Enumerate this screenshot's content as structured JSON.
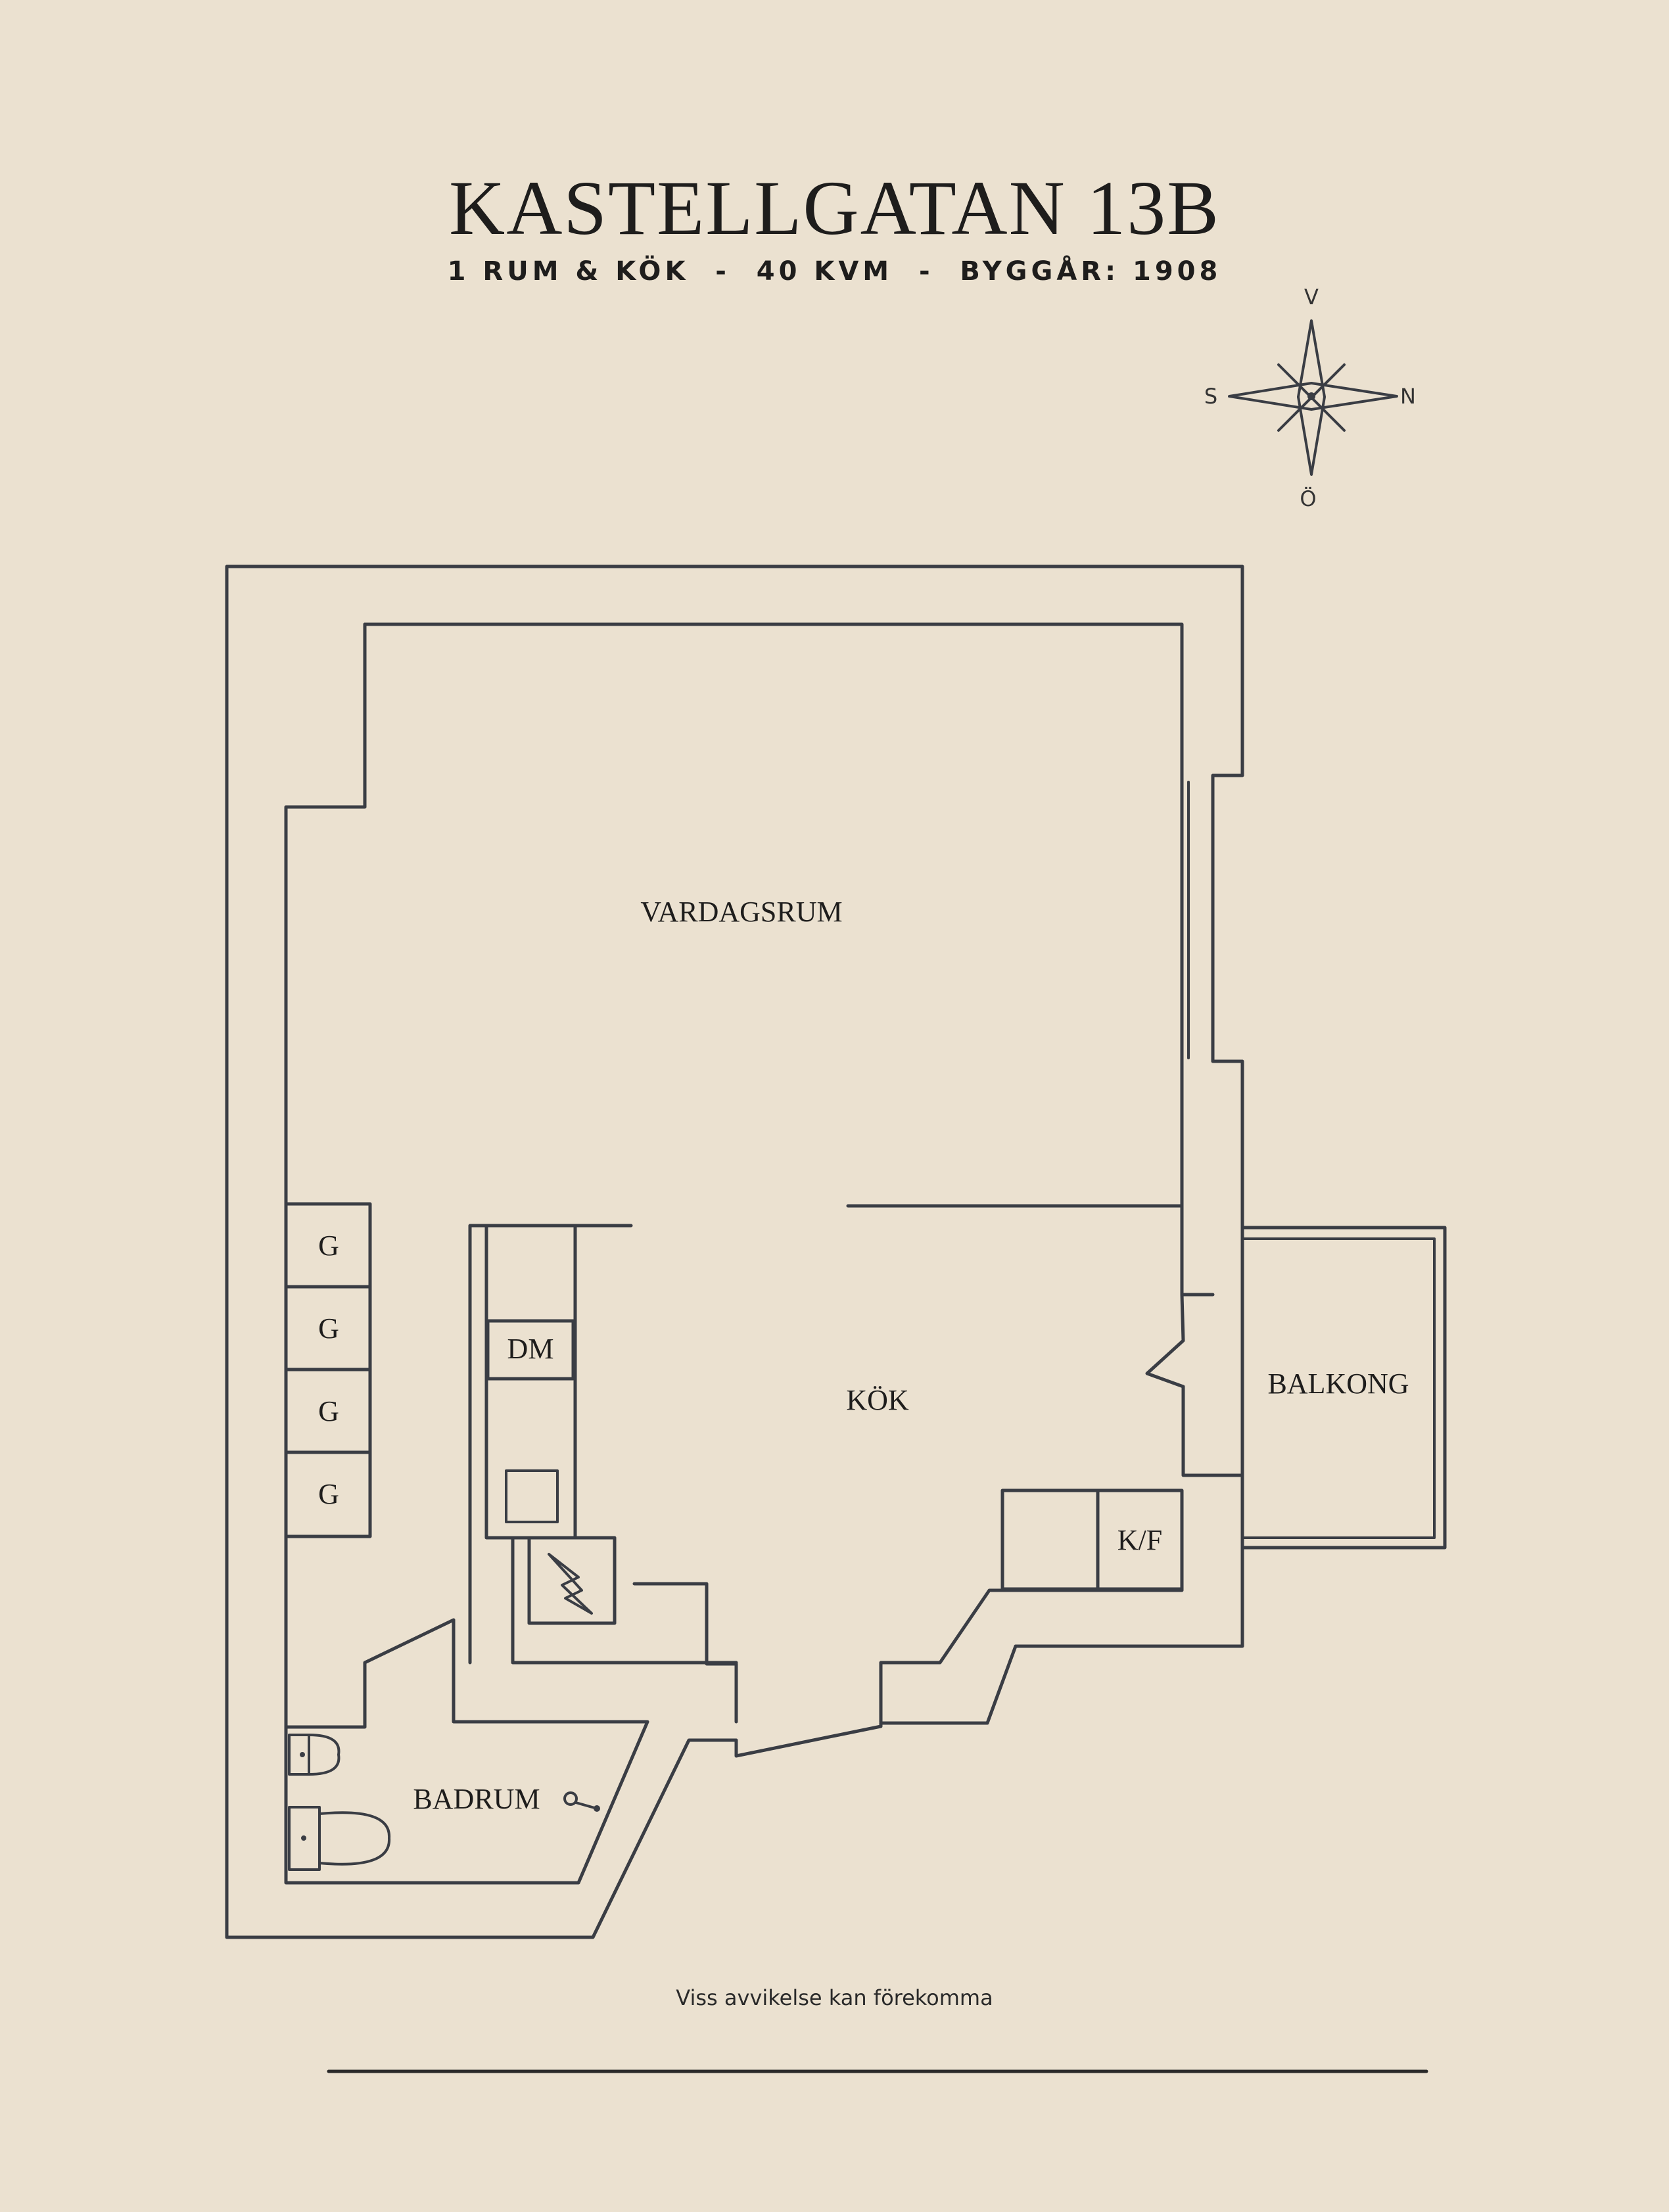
{
  "title": "KASTELLGATAN 13B",
  "subtitle": "1 RUM & KÖK  -  40 KVM  -  BYGGÅR: 1908",
  "compass": {
    "top": "V",
    "left": "S",
    "right": "N",
    "bottom": "Ö"
  },
  "rooms": {
    "living": "VARDAGSRUM",
    "kitchen": "KÖK",
    "balcony": "BALKONG",
    "bathroom": "BADRUM",
    "dishwasher": "DM",
    "fridge": "K/F",
    "wardrobe_1": "G",
    "wardrobe_2": "G",
    "wardrobe_3": "G",
    "wardrobe_4": "G"
  },
  "note": "Viss avvikelse kan förekomma"
}
